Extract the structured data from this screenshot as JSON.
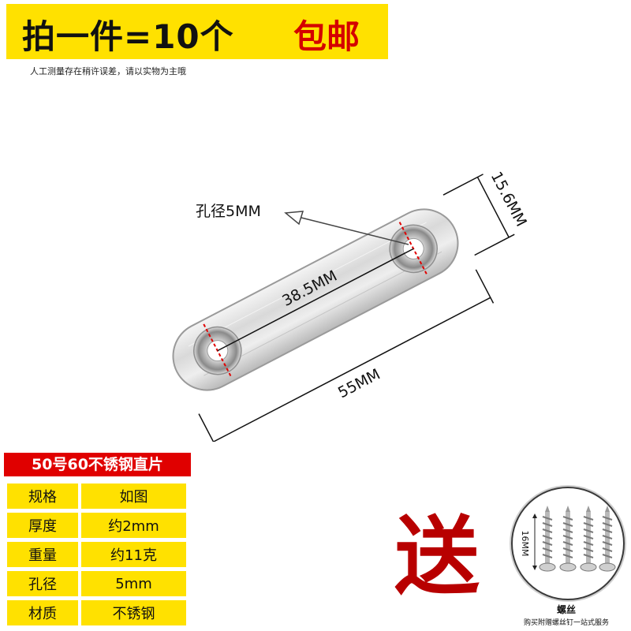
{
  "banner": {
    "text": "拍一件=10个",
    "highlight": "包邮"
  },
  "note": "人工测量存在稍许误差，请以实物为主哦",
  "diagram": {
    "hole_label": "孔径5MM",
    "width_label": "15.6MM",
    "spacing_label": "38.5MM",
    "length_label": "55MM"
  },
  "spec": {
    "title": "50号60不锈钢直片",
    "rows": [
      {
        "key": "规格",
        "value": "如图"
      },
      {
        "key": "厚度",
        "value": "约2mm"
      },
      {
        "key": "重量",
        "value": "约11克"
      },
      {
        "key": "孔径",
        "value": "5mm"
      },
      {
        "key": "材质",
        "value": "不锈钢"
      }
    ]
  },
  "gift": {
    "label": "送",
    "screw_length": "16MM",
    "caption": "螺丝",
    "subcaption": "购买附赠螺丝钉一站式服务"
  },
  "colors": {
    "banner_yellow": "#ffe100",
    "accent_red": "#e00000",
    "gift_red": "#b80000",
    "plate": "#dcdcdc"
  }
}
